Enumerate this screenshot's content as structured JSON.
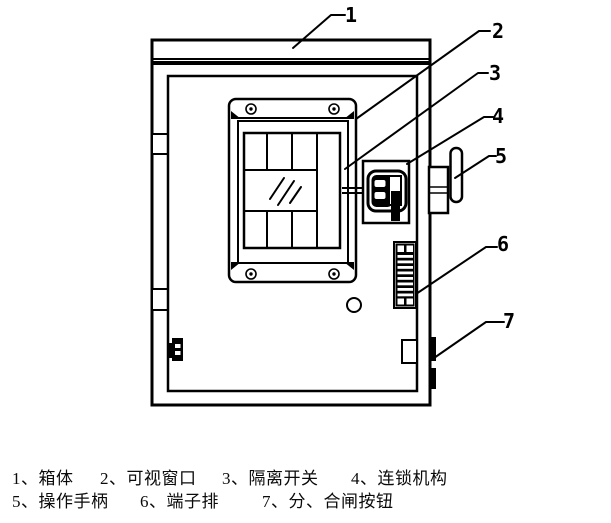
{
  "diagram": {
    "callouts": [
      "1",
      "2",
      "3",
      "4",
      "5",
      "6",
      "7"
    ],
    "legend": {
      "row1": [
        "1、箱体",
        "2、可视窗口",
        "3、隔离开关",
        "4、连锁机构"
      ],
      "row2": [
        "5、操作手柄",
        "6、端子排",
        "7、分、合闸按钮"
      ]
    },
    "colors": {
      "ink": "#000000",
      "paper": "#ffffff"
    }
  }
}
